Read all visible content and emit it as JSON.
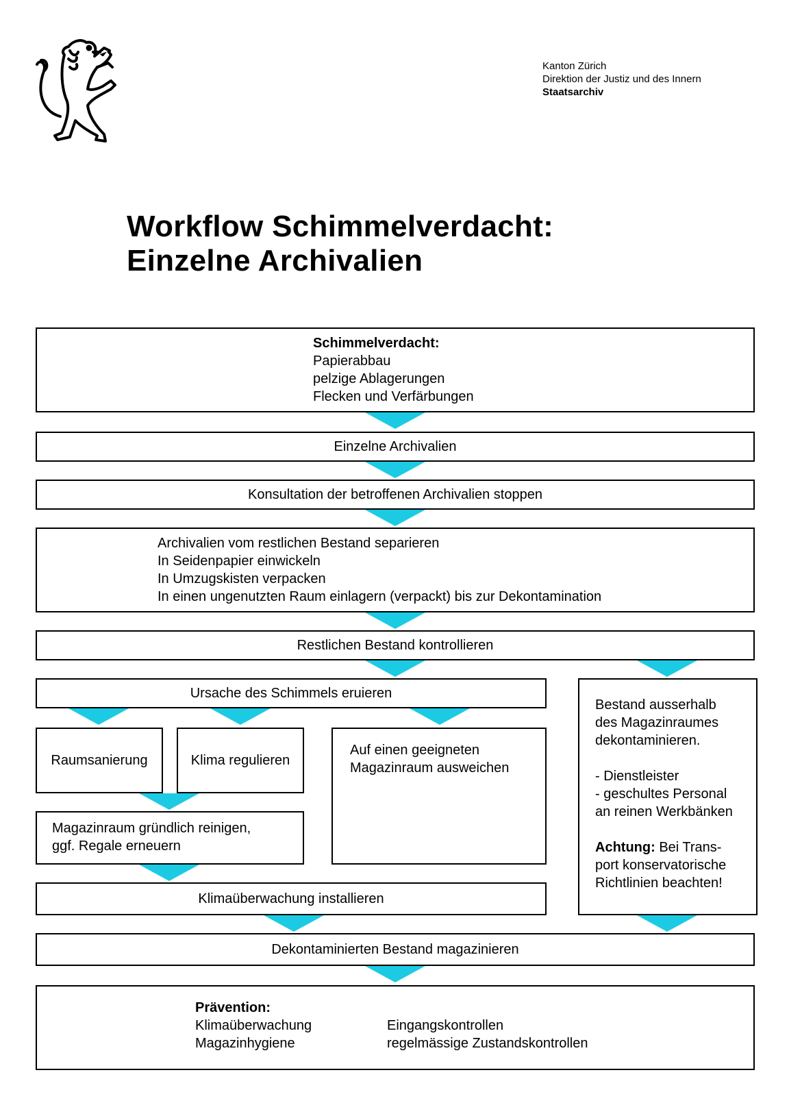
{
  "header": {
    "canton": "Kanton Zürich",
    "direction": "Direktion der Justiz und des Innern",
    "office": "Staatsarchiv"
  },
  "title": {
    "line1": "Workflow Schimmelverdacht:",
    "line2": "Einzelne Archivalien"
  },
  "boxes": {
    "verdacht": {
      "heading": "Schimmelverdacht:",
      "items": [
        "Papierabbau",
        "pelzige Ablagerungen",
        "Flecken und Verfärbungen"
      ]
    },
    "einzelne": "Einzelne Archivalien",
    "konsultation": "Konsultation der betroffenen Archivalien stoppen",
    "separieren": {
      "items": [
        "Archivalien vom restlichen Bestand separieren",
        "In Seidenpapier einwickeln",
        "In Umzugskisten verpacken",
        "In einen ungenutzten Raum einlagern (verpackt) bis zur Dekontamination"
      ]
    },
    "kontrollieren": "Restlichen Bestand kontrollieren",
    "ursache": "Ursache des Schimmels eruieren",
    "raumsanierung": "Raumsanierung",
    "klima": "Klima regulieren",
    "ausweichen": {
      "line1": "Auf einen geeigneten",
      "line2": "Magazinraum ausweichen"
    },
    "reinigen": {
      "line1": "Magazinraum gründlich reinigen,",
      "line2": "ggf. Regale erneuern"
    },
    "klimaueberwachung": "Klimaüberwachung installieren",
    "dekontaminieren": {
      "lines": [
        "Bestand ausserhalb",
        "des Magazinraumes",
        "dekontaminieren."
      ],
      "bullets": [
        "- Dienstleister",
        "- geschultes Personal",
        "an reinen Werkbänken"
      ],
      "warning_label": "Achtung:",
      "warning_first": " Bei Trans-",
      "warning_rest": [
        "port konservatorische",
        "Richtlinien beachten!"
      ]
    },
    "magazinieren": "Dekontaminierten Bestand magazinieren",
    "praevention": {
      "heading": "Prävention:",
      "col1": [
        "Klimaüberwachung",
        "Magazinhygiene"
      ],
      "col2": [
        "Eingangskontrollen",
        "regelmässige Zustandskontrollen"
      ]
    }
  },
  "colors": {
    "arrow": "#1ccbe3",
    "border": "#000000"
  },
  "logo_icon": "zurich-lion-icon"
}
